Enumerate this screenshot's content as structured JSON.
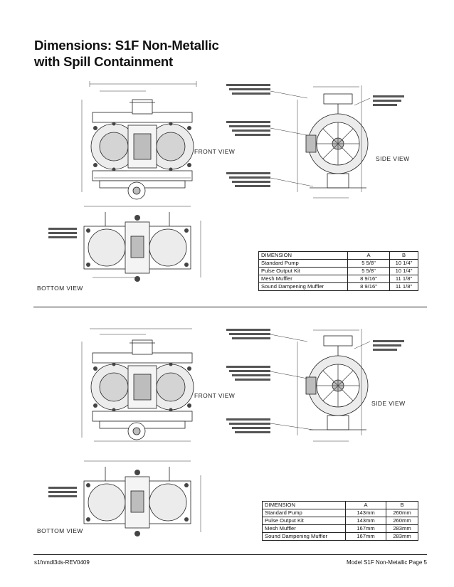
{
  "page": {
    "title_line1": "Dimensions: S1F Non-Metallic",
    "title_line2": "with Spill Containment",
    "footer_left": "s1fnmdl3ds-REV0409",
    "footer_right": "Model S1F Non-Metallic Page 5"
  },
  "standard": {
    "front_view_label": "FRONT VIEW",
    "side_view_label": "SIDE VIEW",
    "bottom_view_label": "BOTTOM VIEW",
    "table": {
      "headers": [
        "DIMENSION",
        "A",
        "B"
      ],
      "rows": [
        [
          "Standard Pump",
          "5 5/8\"",
          "10 1/4\""
        ],
        [
          "Pulse Output Kit",
          "5 5/8\"",
          "10 1/4\""
        ],
        [
          "Mesh Muffler",
          "8 9/16\"",
          "11 1/8\""
        ],
        [
          "Sound Dampening Muffler",
          "8 9/16\"",
          "11 1/8\""
        ]
      ]
    }
  },
  "metric": {
    "front_view_label": "FRONT VIEW",
    "side_view_label": "SIDE VIEW",
    "bottom_view_label": "BOTTOM VIEW",
    "table": {
      "headers": [
        "DIMENSION",
        "A",
        "B"
      ],
      "rows": [
        [
          "Standard Pump",
          "143mm",
          "260mm"
        ],
        [
          "Pulse Output Kit",
          "143mm",
          "260mm"
        ],
        [
          "Mesh Muffler",
          "167mm",
          "283mm"
        ],
        [
          "Sound Dampening Muffler",
          "167mm",
          "283mm"
        ]
      ]
    }
  }
}
